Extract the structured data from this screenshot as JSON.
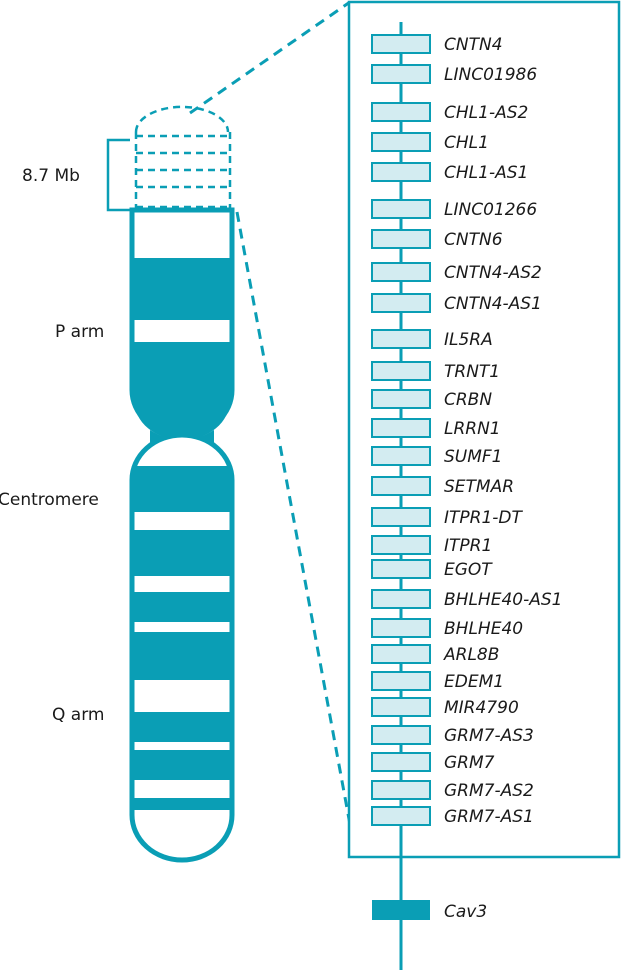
{
  "colors": {
    "chromosome": "#0a9eb5",
    "gene_fill": "#d3ecf1",
    "outline": "#0a9eb5",
    "text": "#1a1a1a",
    "background": "#ffffff"
  },
  "chromosome_labels": {
    "region_size": "8.7 Mb",
    "p_arm": "P arm",
    "centromere": "Centromere",
    "q_arm": "Q arm"
  },
  "genes": [
    "CNTN4",
    "LINC01986",
    "CHL1-AS2",
    "CHL1",
    "CHL1-AS1",
    "LINC01266",
    "CNTN6",
    "CNTN4-AS2",
    "CNTN4-AS1",
    "IL5RA",
    "TRNT1",
    "CRBN",
    "LRRN1",
    "SUMF1",
    "SETMAR",
    "ITPR1-DT",
    "ITPR1",
    "EGOT",
    "BHLHE40-AS1",
    "BHLHE40",
    "ARL8B",
    "EDEM1",
    "MIR4790",
    "GRM7-AS3",
    "GRM7",
    "GRM7-AS2",
    "GRM7-AS1"
  ],
  "highlight_gene": "Cav3"
}
